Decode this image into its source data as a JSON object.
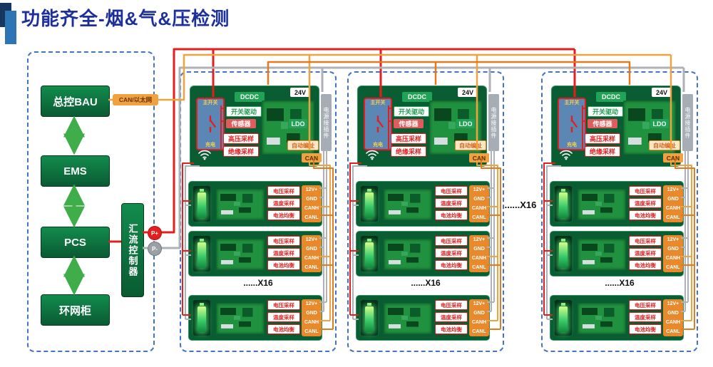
{
  "title": "功能齐全-烟&气&压检测",
  "left_panel": {
    "nodes": [
      "总控BAU",
      "EMS",
      "PCS",
      "环网柜"
    ],
    "bus_controller": "汇流控制器",
    "can_eth": "CAN/以太网",
    "p_plus": "P+",
    "p_minus": "P-"
  },
  "cluster": {
    "bmu": {
      "main_switch": "主开关",
      "charge": "充电",
      "dcdc": "DCDC",
      "switch_drive": "开关驱动",
      "sensor": "传感器",
      "hv_sampling": "高压采样",
      "insulation_sampling": "绝缘采样",
      "ldo": "LDO",
      "auto_addressing": "自动编址",
      "can": "CAN",
      "supply_24v": "24V",
      "power_connector": "电源接插件"
    },
    "module": {
      "labels": [
        "电压采样",
        "温度采样",
        "电池均衡"
      ],
      "pins": [
        "12V+",
        "GND",
        "CANH",
        "CANL"
      ]
    },
    "x16_label": "......X16"
  },
  "between_clusters_label": "......X16",
  "colors": {
    "red": "#e31e1e",
    "orange": "#f0a140",
    "orange_dark": "#e07b20",
    "gray": "#aeb2b6",
    "arrow_green": "#3fae4a"
  }
}
